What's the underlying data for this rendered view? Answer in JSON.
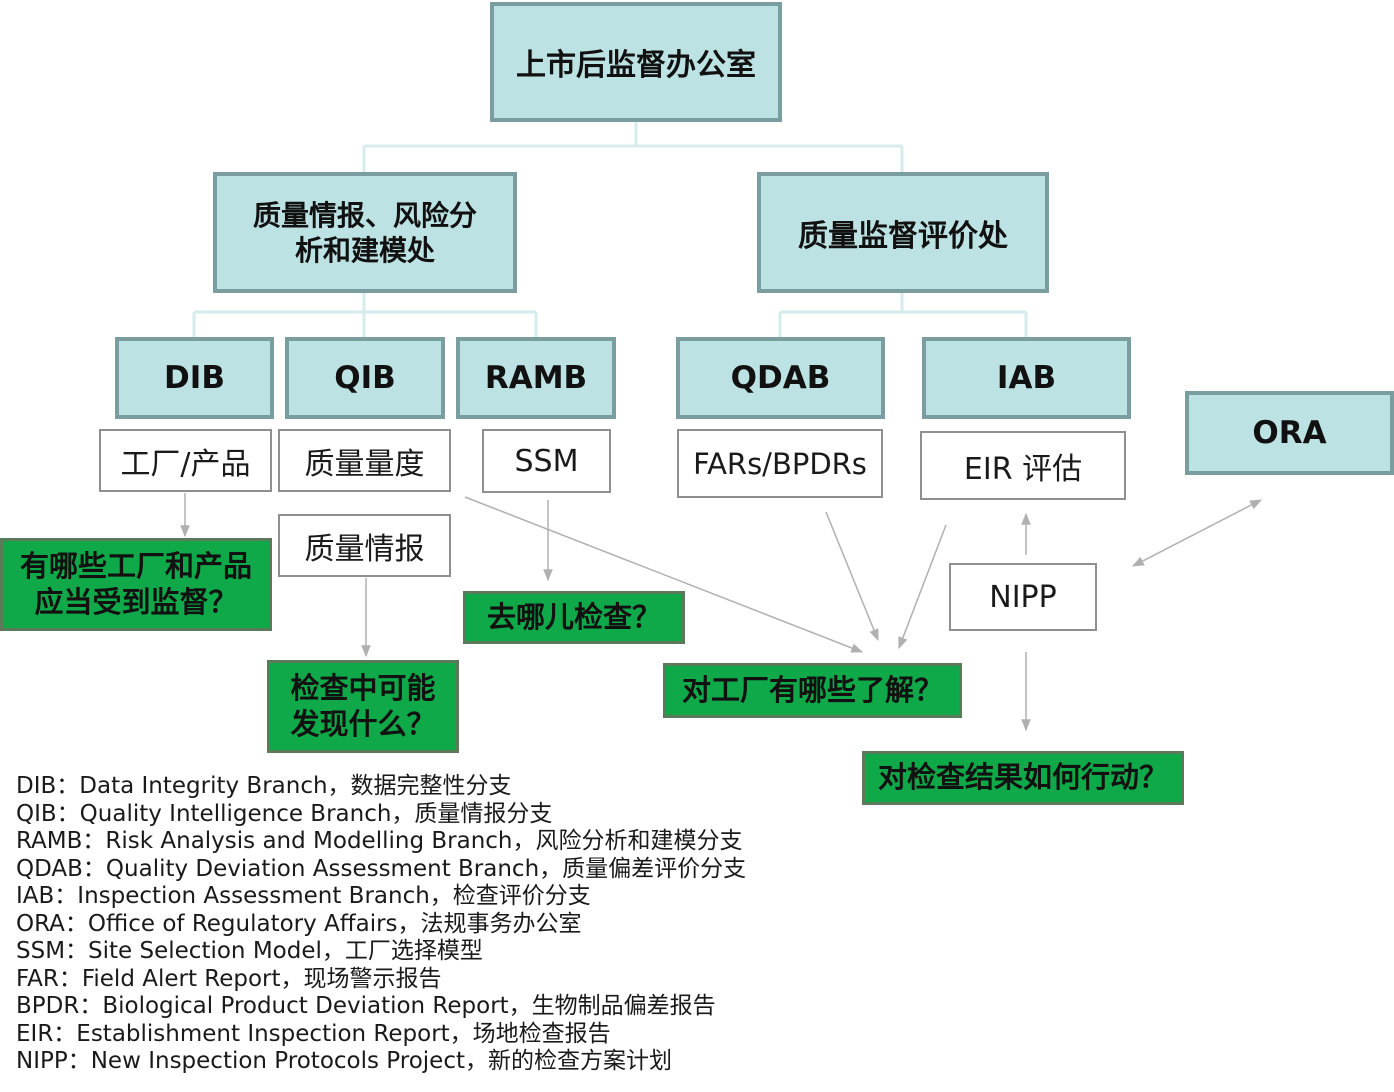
{
  "top": "上市后监督办公室",
  "branches": {
    "left": "质量情报、风险分析和建模处",
    "right": "质量监督评价处"
  },
  "units": {
    "dib": "DIB",
    "qib": "QIB",
    "ramb": "RAMB",
    "qdab": "QDAB",
    "iab": "IAB",
    "ora": "ORA"
  },
  "tools": {
    "factory_product": "工厂/产品",
    "quality_metrics": "质量量度",
    "quality_intel": "质量情报",
    "ssm": "SSM",
    "fars": "FARs/BPDRs",
    "eir": "EIR 评估",
    "nipp": "NIPP"
  },
  "questions": {
    "q1": "有哪些工厂和产品应当受到监督？",
    "q2": "检查中可能发现什么？",
    "q3": "去哪儿检查？",
    "q4": "对工厂有哪些了解？",
    "q5": "对检查结果如何行动？"
  },
  "legend": [
    "DIB：Data Integrity Branch，数据完整性分支",
    "QIB：Quality Intelligence Branch，质量情报分支",
    "RAMB：Risk Analysis and Modelling Branch，风险分析和建模分支",
    "QDAB：Quality Deviation Assessment Branch，质量偏差评价分支",
    "IAB：Inspection Assessment Branch，检查评价分支",
    "ORA：Office of Regulatory Affairs，法规事务办公室",
    "SSM：Site Selection Model，工厂选择模型",
    "FAR：Field Alert Report，现场警示报告",
    "BPDR：Biological Product Deviation Report，生物制品偏差报告",
    "EIR：Establishment Inspection Report，场地检查报告",
    "NIPP：New Inspection Protocols Project，新的检查方案计划"
  ],
  "colors": {
    "box_fill": "#bde2e3",
    "box_border": "#7a9ea0",
    "question_fill": "#10a94a",
    "connector": "#d6ecec",
    "arrow": "#a8a8a8"
  }
}
